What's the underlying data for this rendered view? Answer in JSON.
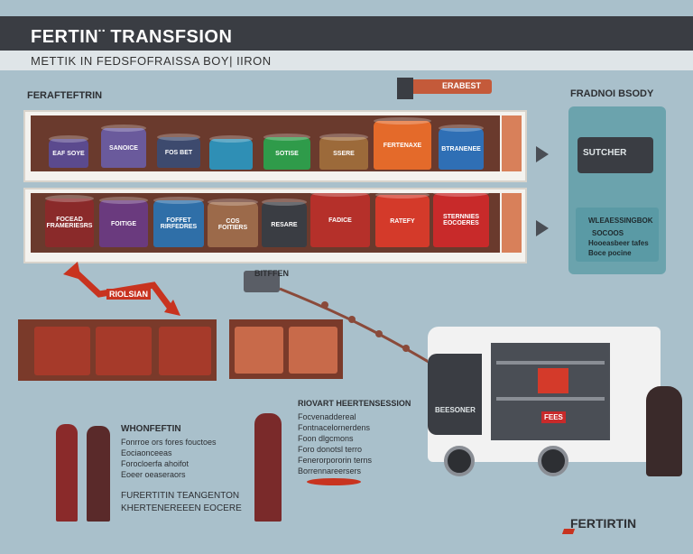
{
  "header": {
    "title": "FERTIN¨ TRANSFSION",
    "subtitle": "METTIK IN FEDSFOFRAISSA BOY| IIRON"
  },
  "sections": {
    "left_label": "FERAFTEFTRIN",
    "top_center_label": "ERABEST",
    "right_label": "FRADNOI BSODY",
    "middle_label": "BITFFEN",
    "red_label": "RIOLSIAN"
  },
  "top_shelf": [
    "EAF SOYE",
    "SANOICE",
    "FOS BET",
    "",
    "SOTISE",
    "SSERE",
    "FERTENAXE",
    "BTRANENEE"
  ],
  "bottom_shelf": [
    "FOCEAD\nFRAMERIESRS",
    "FOITIGE",
    "FOFFET\nRIRFEDRES",
    "COS\nFOITIERS",
    "RESARE",
    "FADICE",
    "RATEFY",
    "STERNNIES\nEOCOERES"
  ],
  "machine": {
    "screen_label": "SUTCHER",
    "panel_title": "WLEAESSINGBOK",
    "panel_lines": [
      "SOCOOS",
      "Hooeasbeer tafes",
      "Boce pocine"
    ]
  },
  "truck": {
    "label": "BEESONER",
    "sign": "FEES"
  },
  "left_note": {
    "title": "WHONFEFTIN",
    "lines": [
      "Fonrroe ors fores fouctoes",
      "Eociaonceeas",
      "Forocloerfa ahoifot",
      "Eoeer oeaseraors"
    ]
  },
  "center_note": {
    "title": "RIOVART HEERTENSESSION",
    "lines": [
      "Focvenaddereal",
      "Fontnacelornerdens",
      "Foon dlgcmons",
      "Foro donotsl terro",
      "Fenerorpororin terns",
      "Borrennareersers"
    ]
  },
  "footer_left": {
    "line1": "FURERTITIN TEANGENTON",
    "line2": "KHERTENEREEEN EOCERE"
  },
  "logo": "FERTIRTIN",
  "colors": {
    "header": "#3a3d43",
    "accent": "#c8331f",
    "bg": "#a9c0cb"
  }
}
